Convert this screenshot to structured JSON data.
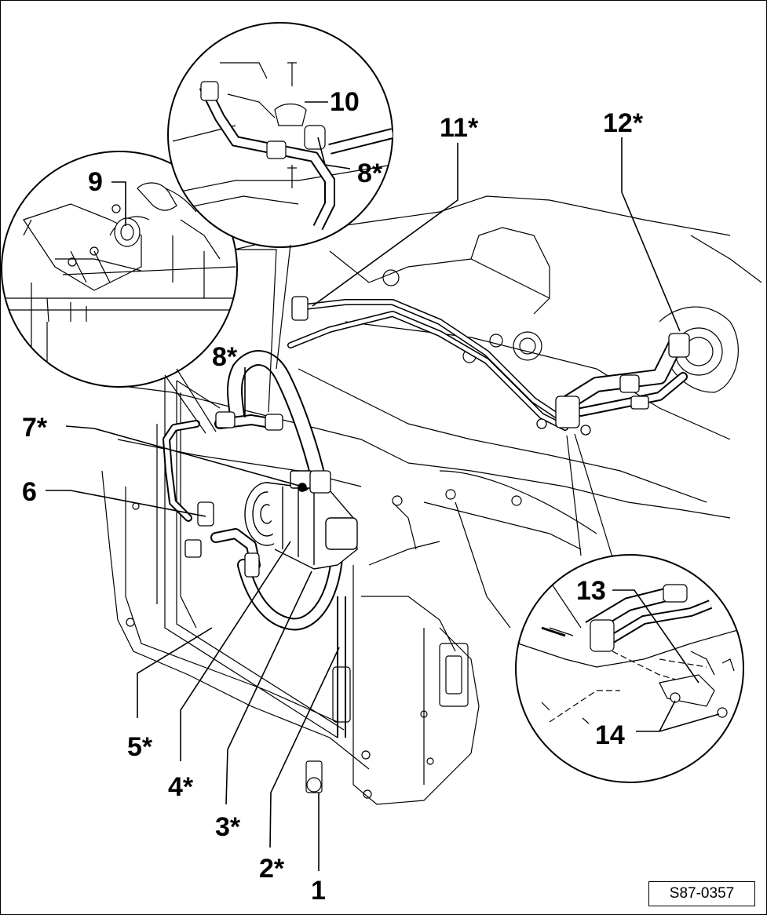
{
  "callouts": [
    {
      "key": "1",
      "text": "1"
    },
    {
      "key": "2",
      "text": "2*"
    },
    {
      "key": "3",
      "text": "3*"
    },
    {
      "key": "4",
      "text": "4*"
    },
    {
      "key": "5",
      "text": "5*"
    },
    {
      "key": "6",
      "text": "6"
    },
    {
      "key": "7",
      "text": "7*"
    },
    {
      "key": "8a",
      "text": "8*"
    },
    {
      "key": "8b",
      "text": "8*"
    },
    {
      "key": "9",
      "text": "9"
    },
    {
      "key": "10",
      "text": "10"
    },
    {
      "key": "11",
      "text": "11*"
    },
    {
      "key": "12",
      "text": "12*"
    },
    {
      "key": "13",
      "text": "13"
    },
    {
      "key": "14",
      "text": "14"
    }
  ],
  "figure_reference": "S87-0357",
  "colors": {
    "ink": "#000000",
    "paper": "#ffffff",
    "shade": "#e8e8e8"
  }
}
